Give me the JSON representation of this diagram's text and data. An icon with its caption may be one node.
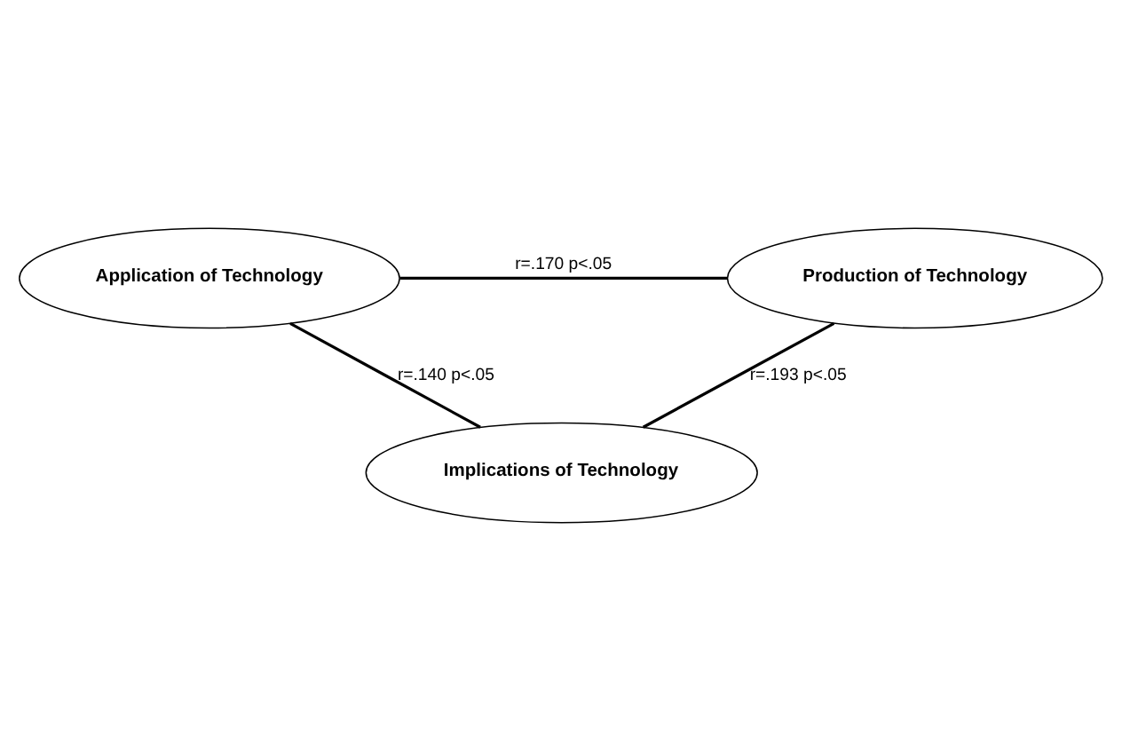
{
  "diagram": {
    "nodes": [
      {
        "text": [
          "Application of Technology"
        ]
      },
      {
        "text": [
          "Production of Technology"
        ]
      },
      {
        "text": [
          "Implications of Technology"
        ]
      }
    ],
    "edges": [
      {
        "from": 0,
        "to": 1,
        "arrow": "none",
        "label": "r=.170 p<.05"
      },
      {
        "from": 0,
        "to": 2,
        "arrow": "none",
        "label": "r=.140 p<.05"
      },
      {
        "from": 1,
        "to": 2,
        "arrow": "none",
        "label": "r=.193 p<.05"
      }
    ]
  }
}
